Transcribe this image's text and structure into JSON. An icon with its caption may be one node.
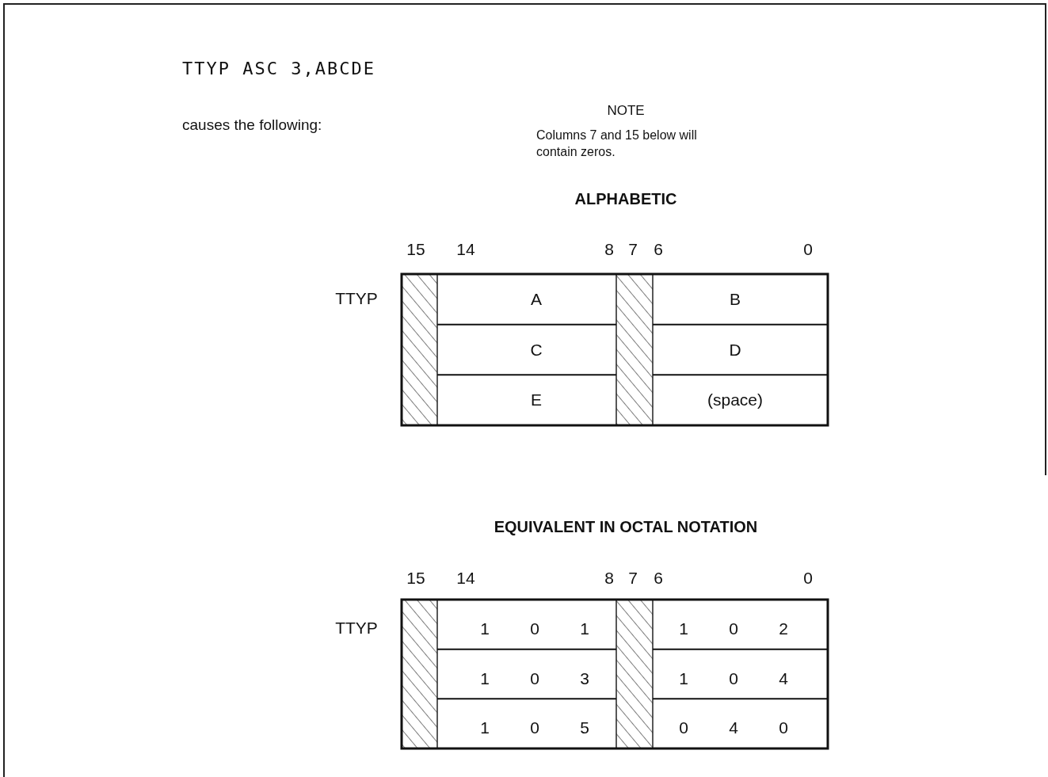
{
  "diagram": {
    "labels": [
      "TTYP ASC 3,ABCDE",
      "causes the following:",
      "NOTE",
      "Columns 7 and 15 below will contain zeros.",
      "ALPHABETIC",
      "15",
      "14",
      "8",
      "7",
      "6",
      "0",
      "TTYP",
      "A",
      "B",
      "C",
      "D",
      "E",
      "(space)",
      "EQUIVALENT IN OCTAL NOTATION",
      "15",
      "14",
      "8",
      "7",
      "6",
      "0",
      "TTYP",
      "1",
      "0",
      "1",
      "1",
      "0",
      "2",
      "1",
      "0",
      "3",
      "1",
      "0",
      "4",
      "1",
      "0",
      "5",
      "0",
      "4",
      "0"
    ]
  }
}
